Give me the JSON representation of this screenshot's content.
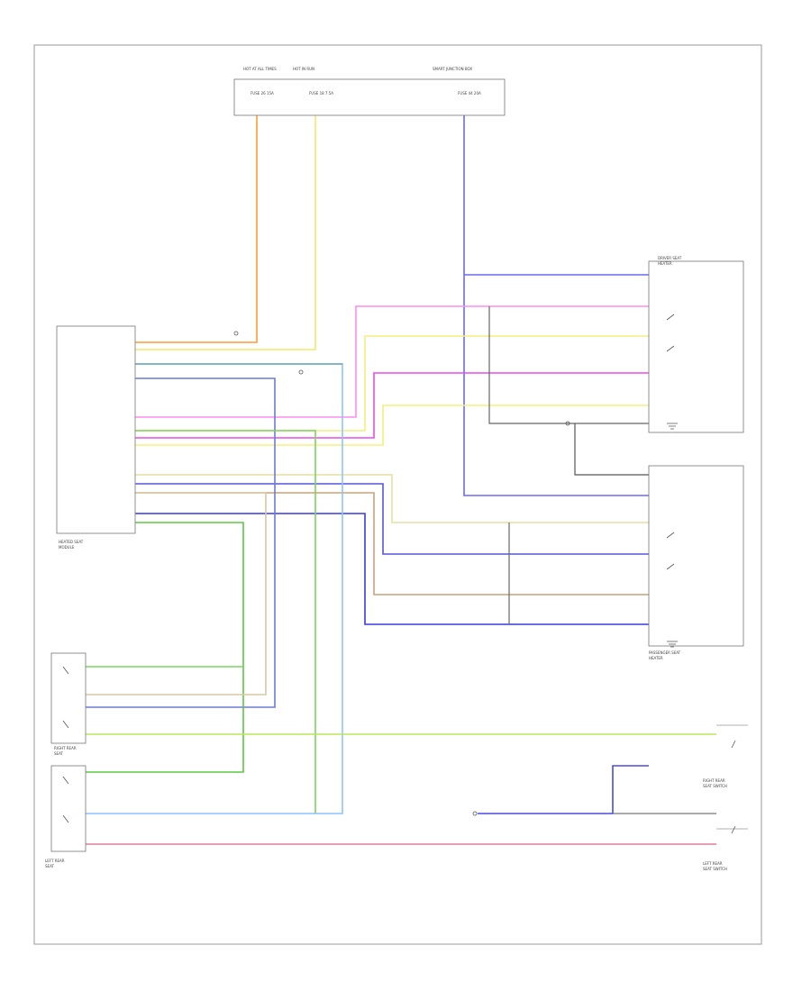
{
  "modules": {
    "fuse_box": {
      "lines": [
        "HOT AT ALL TIMES",
        "HOT IN RUN",
        "SMART JUNCTION BOX"
      ],
      "fuses": [
        "FUSE 26 15A",
        "FUSE 18 7.5A",
        "FUSE 44 20A"
      ]
    },
    "front_module": {
      "lines": [
        "HEATED SEAT",
        "MODULE"
      ]
    },
    "driver_seat": {
      "lines": [
        "DRIVER SEAT",
        "HEATER"
      ]
    },
    "passenger_seat": {
      "lines": [
        "PASSENGER SEAT",
        "HEATER"
      ]
    },
    "right_rear_seat": {
      "lines": [
        "RIGHT REAR",
        "SEAT"
      ]
    },
    "left_rear_seat": {
      "lines": [
        "LEFT REAR",
        "SEAT"
      ]
    },
    "rr_switch": {
      "lines": [
        "RIGHT REAR",
        "SEAT SWITCH"
      ]
    },
    "lr_switch": {
      "lines": [
        "LEFT REAR",
        "SEAT SWITCH"
      ]
    }
  },
  "footer": ""
}
